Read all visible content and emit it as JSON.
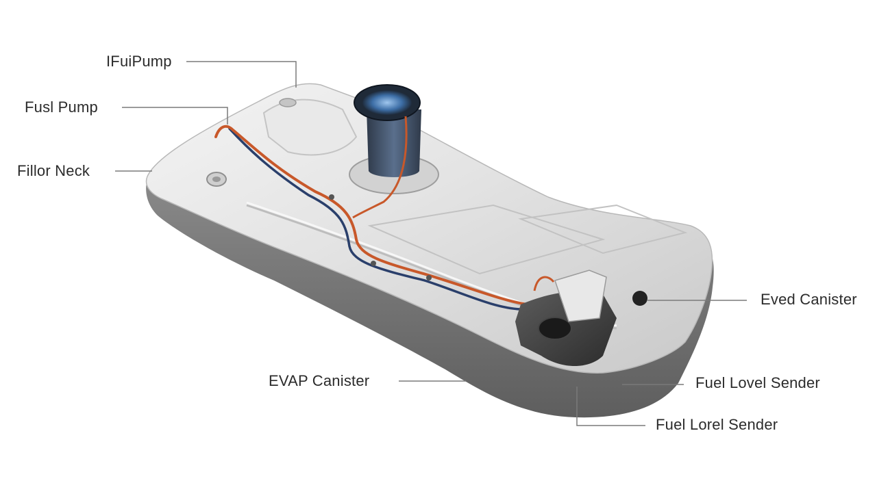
{
  "diagram": {
    "labels": {
      "top_pump": "IFuiPump",
      "fuel_pump": "Fusl Pump",
      "filler_neck": "Fillor Neck",
      "evap_right": "Eved Canister",
      "evap_bottom": "EVAP Canister",
      "sender_1": "Fuel Lovel Sender",
      "sender_2": "Fuel Lorel Sender"
    },
    "colors": {
      "tank_body": "#dcdcdc",
      "tank_shadow": "#6d6d6d",
      "orange_line": "#c8582a",
      "blue_line": "#2a3f6b",
      "pump_canister": "#3e4f66",
      "leader_line": "#7a7a7a",
      "label_text": "#2b2b2b"
    }
  }
}
